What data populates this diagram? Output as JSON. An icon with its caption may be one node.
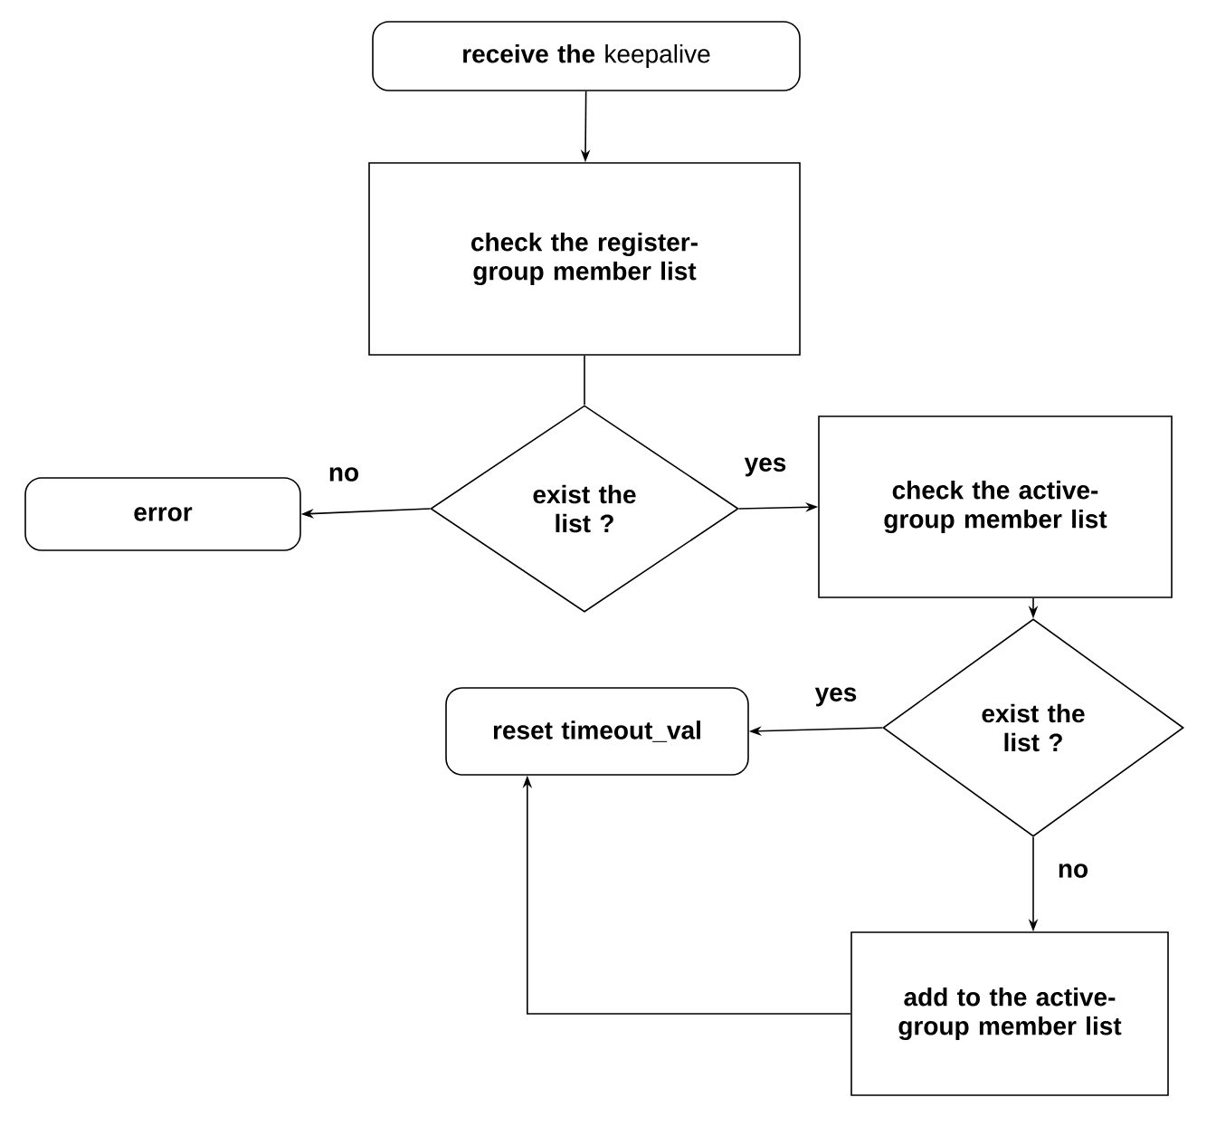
{
  "diagram": {
    "nodes": [
      {
        "text": [
          "**receive the** keepalive"
        ]
      },
      {
        "text": [
          "check the register-group member list"
        ]
      },
      {
        "text": [
          "exist the list ?"
        ]
      },
      {
        "text": [
          "error"
        ]
      },
      {
        "text": [
          "check the active-group member list"
        ]
      },
      {
        "text": [
          "exist the list ?"
        ]
      },
      {
        "text": [
          "reset timeout_val"
        ]
      },
      {
        "text": [
          "add to the active-group member list"
        ]
      }
    ],
    "edges": [
      {
        "from": 0,
        "to": 1,
        "arrow": "to"
      },
      {
        "from": 1,
        "to": 2,
        "arrow": "none"
      },
      {
        "from": 2,
        "to": 3,
        "arrow": "to",
        "label": "no"
      },
      {
        "from": 2,
        "to": 4,
        "arrow": "to",
        "label": "yes"
      },
      {
        "from": 4,
        "to": 5,
        "arrow": "to"
      },
      {
        "from": 5,
        "to": 6,
        "arrow": "to",
        "label": "yes"
      },
      {
        "from": 5,
        "to": 7,
        "arrow": "to",
        "label": "no"
      },
      {
        "from": 7,
        "to": 6,
        "arrow": "to"
      }
    ]
  }
}
